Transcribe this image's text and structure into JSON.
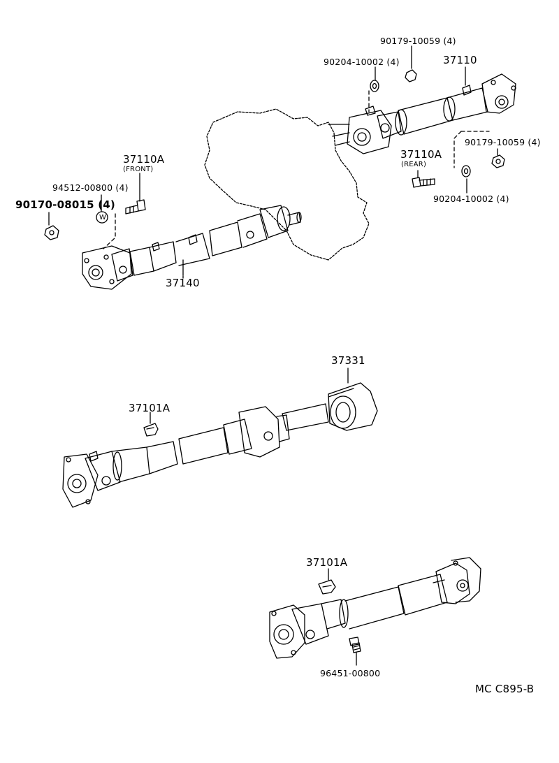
{
  "labels": {
    "p90179_top": "90179-10059 (4)",
    "p90204_top": "90204-10002 (4)",
    "p37110": "37110",
    "p90179_mid": "90179-10059 (4)",
    "p37110A_rear": "37110A",
    "rear": "(REAR)",
    "p90204_mid": "90204-10002 (4)",
    "p37110A_front": "37110A",
    "front": "(FRONT)",
    "p94512": "94512-00800 (4)",
    "p90170": "90170-08015 (4)",
    "p37140": "37140",
    "p37331": "37331",
    "p37101A_mid": "37101A",
    "p37101A_low": "37101A",
    "p96451": "96451-00800",
    "code": "MC  C895-B",
    "washer_mark": "W"
  }
}
